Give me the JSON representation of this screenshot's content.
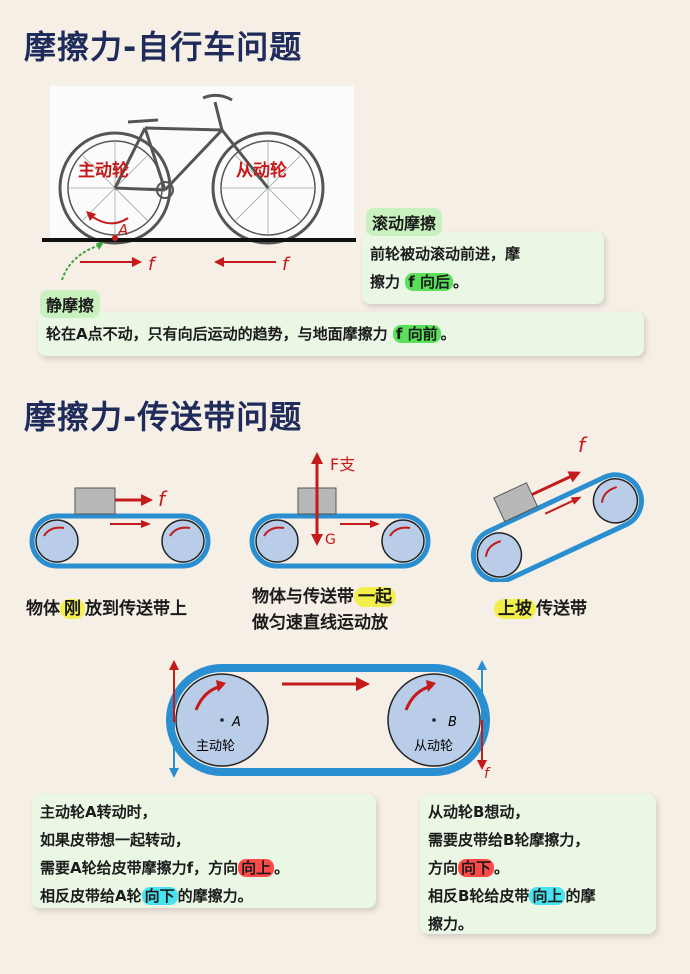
{
  "bike_section": {
    "title": "摩擦力-自行车问题",
    "drive_wheel": "主动轮",
    "driven_wheel": "从动轮",
    "point_a": "A",
    "force_rear": "f",
    "force_front": "f",
    "rolling": {
      "tag": "滚动摩擦",
      "line1": "前轮被动滚动前进，摩",
      "line2_prefix": "擦力 ",
      "line2_hl": "f 向后",
      "line2_suffix": "。"
    },
    "static": {
      "tag": "静摩擦",
      "text_prefix": "轮在A点不动，只有向后运动的趋势，与地面摩擦力 ",
      "text_hl": "f 向前",
      "text_suffix": "。"
    }
  },
  "belt_section": {
    "title": "摩擦力-传送带问题",
    "fig1": {
      "force": "f",
      "cap_prefix": "物体",
      "cap_hl": "刚",
      "cap_suffix": "放到传送带上"
    },
    "fig2": {
      "force_support": "F支",
      "force_gravity": "G",
      "cap_line1_prefix": "物体与传送带",
      "cap_line1_hl": "一起",
      "cap_line2": "做匀速直线运动放"
    },
    "fig3": {
      "force": "f",
      "cap_hl": "上坡",
      "cap_suffix": "传送带"
    },
    "big": {
      "point_a": "A",
      "point_b": "B",
      "drive_wheel": "主动轮",
      "driven_wheel": "从动轮",
      "force": "f"
    },
    "note_left": {
      "line1": "主动轮A转动时，",
      "line2": "如果皮带想一起转动，",
      "line3_prefix": "需要A轮给皮带摩擦力f，方向",
      "line3_hl": "向上",
      "line3_suffix": "。",
      "line4_prefix": "相反皮带给A轮",
      "line4_hl": "向下",
      "line4_suffix": "的摩擦力。"
    },
    "note_right": {
      "line1": "从动轮B想动，",
      "line2": "需要皮带给B轮摩擦力，",
      "line3_prefix": "方向",
      "line3_hl": "向下",
      "line3_suffix": "。",
      "line4_prefix": "相反B轮给皮带",
      "line4_hl": "向上",
      "line4_suffix": "的摩",
      "line5": "擦力。"
    }
  },
  "colors": {
    "title": "#1f2b5a",
    "arrow_red": "#c41a1a",
    "belt_blue": "#2a8fd0",
    "highlight_green": "#5be05b"
  }
}
